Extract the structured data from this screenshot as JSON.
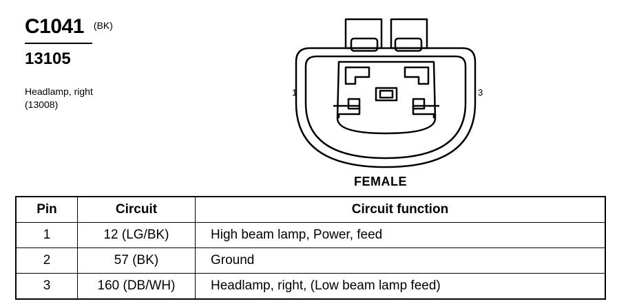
{
  "connector": {
    "code": "C1041",
    "color": "(BK)",
    "part_number": "13105",
    "component": "Headlamp, right",
    "component_number": "(13008)"
  },
  "diagram": {
    "pin_left": "1",
    "pin_right": "3",
    "gender": "FEMALE"
  },
  "table": {
    "headers": [
      "Pin",
      "Circuit",
      "Circuit function"
    ],
    "rows": [
      {
        "pin": "1",
        "circuit": "12 (LG/BK)",
        "function": "High beam lamp, Power, feed"
      },
      {
        "pin": "2",
        "circuit": "57 (BK)",
        "function": "Ground"
      },
      {
        "pin": "3",
        "circuit": "160 (DB/WH)",
        "function": "Headlamp, right, (Low beam lamp feed)"
      }
    ]
  }
}
